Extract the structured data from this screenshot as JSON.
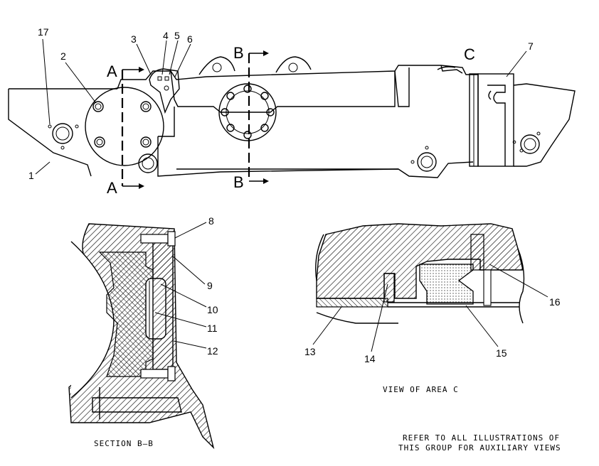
{
  "callouts": {
    "c1": "1",
    "c2": "2",
    "c3": "3",
    "c4": "4",
    "c5": "5",
    "c6": "6",
    "c7": "7",
    "c8": "8",
    "c9": "9",
    "c10": "10",
    "c11": "11",
    "c12": "12",
    "c13": "13",
    "c14": "14",
    "c15": "15",
    "c16": "16",
    "c17": "17"
  },
  "section_markers": {
    "a_top": "A",
    "a_bottom": "A",
    "b_top": "B",
    "b_bottom": "B",
    "c": "C"
  },
  "captions": {
    "section_bb": "SECTION B–B",
    "view_area_c": "VIEW OF AREA C",
    "refer_line1": "REFER TO ALL ILLUSTRATIONS OF",
    "refer_line2": "THIS GROUP FOR AUXILIARY VIEWS"
  }
}
